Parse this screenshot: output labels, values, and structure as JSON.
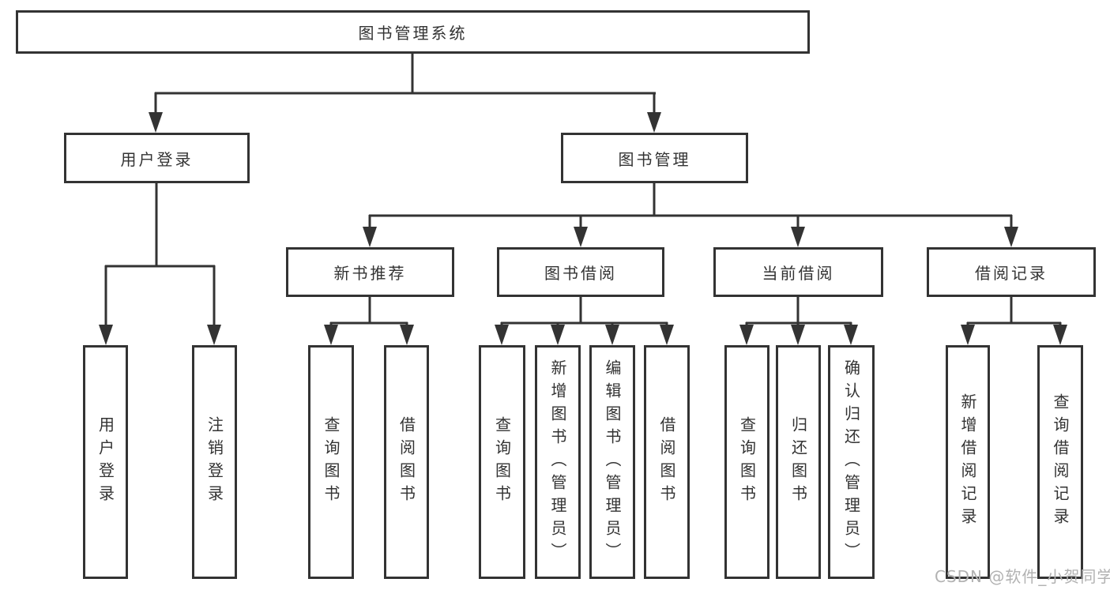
{
  "tree": {
    "root": "图书管理系统",
    "children": [
      {
        "label": "用户登录",
        "children": [
          "用户登录",
          "注销登录"
        ]
      },
      {
        "label": "图书管理",
        "children": [
          {
            "label": "新书推荐",
            "children": [
              "查询图书",
              "借阅图书"
            ]
          },
          {
            "label": "图书借阅",
            "children": [
              "查询图书",
              "新增图书（管理员）",
              "编辑图书（管理员）",
              "借阅图书"
            ]
          },
          {
            "label": "当前借阅",
            "children": [
              "查询图书",
              "归还图书",
              "确认归还（管理员）"
            ]
          },
          {
            "label": "借阅记录",
            "children": [
              "新增借阅记录",
              "查询借阅记录"
            ]
          }
        ]
      }
    ]
  },
  "watermark": "CSDN @软件_小贺同学",
  "colors": {
    "line": "#333333",
    "box_border": "#333333",
    "text": "#333333",
    "watermark": "#b2b2b2",
    "background": "#ffffff"
  }
}
